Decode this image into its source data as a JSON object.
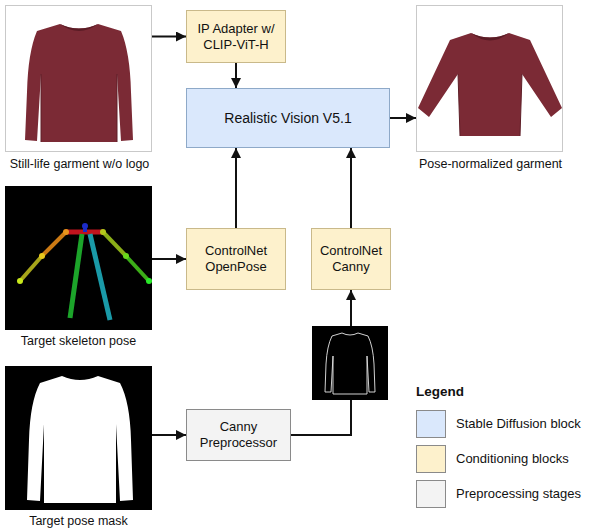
{
  "diagram": {
    "nodes": [
      {
        "text": [
          "Still-life garment w/o logo"
        ]
      },
      {
        "text": [
          "IP Adapter w/ CLIP-ViT-H"
        ]
      },
      {
        "text": [
          "Realistic Vision V5.1"
        ]
      },
      {
        "text": [
          "Pose-normalized garment"
        ]
      },
      {
        "text": [
          "Target skeleton pose"
        ]
      },
      {
        "text": [
          "ControlNet OpenPose"
        ]
      },
      {
        "text": [
          "ControlNet Canny"
        ]
      },
      {
        "text": [
          "Target pose mask"
        ]
      },
      {
        "text": [
          "Canny Preprocessor"
        ]
      }
    ],
    "edges": [
      {
        "from": 0,
        "to": 1,
        "arrow": "to"
      },
      {
        "from": 1,
        "to": 2,
        "arrow": "to"
      },
      {
        "from": 2,
        "to": 3,
        "arrow": "to"
      },
      {
        "from": 4,
        "to": 5,
        "arrow": "to"
      },
      {
        "from": 5,
        "to": 2,
        "arrow": "to"
      },
      {
        "from": 6,
        "to": 2,
        "arrow": "to"
      },
      {
        "from": 7,
        "to": 8,
        "arrow": "to"
      },
      {
        "from": 8,
        "to": 6,
        "arrow": "to"
      }
    ],
    "labels": [
      "Legend"
    ],
    "legend": [
      {
        "text": "Stable Diffusion block",
        "color": "#dae8fc"
      },
      {
        "text": "Conditioning blocks",
        "color": "#fdf1cc"
      },
      {
        "text": "Preprocessing stages",
        "color": "#f3f3f3"
      }
    ]
  }
}
